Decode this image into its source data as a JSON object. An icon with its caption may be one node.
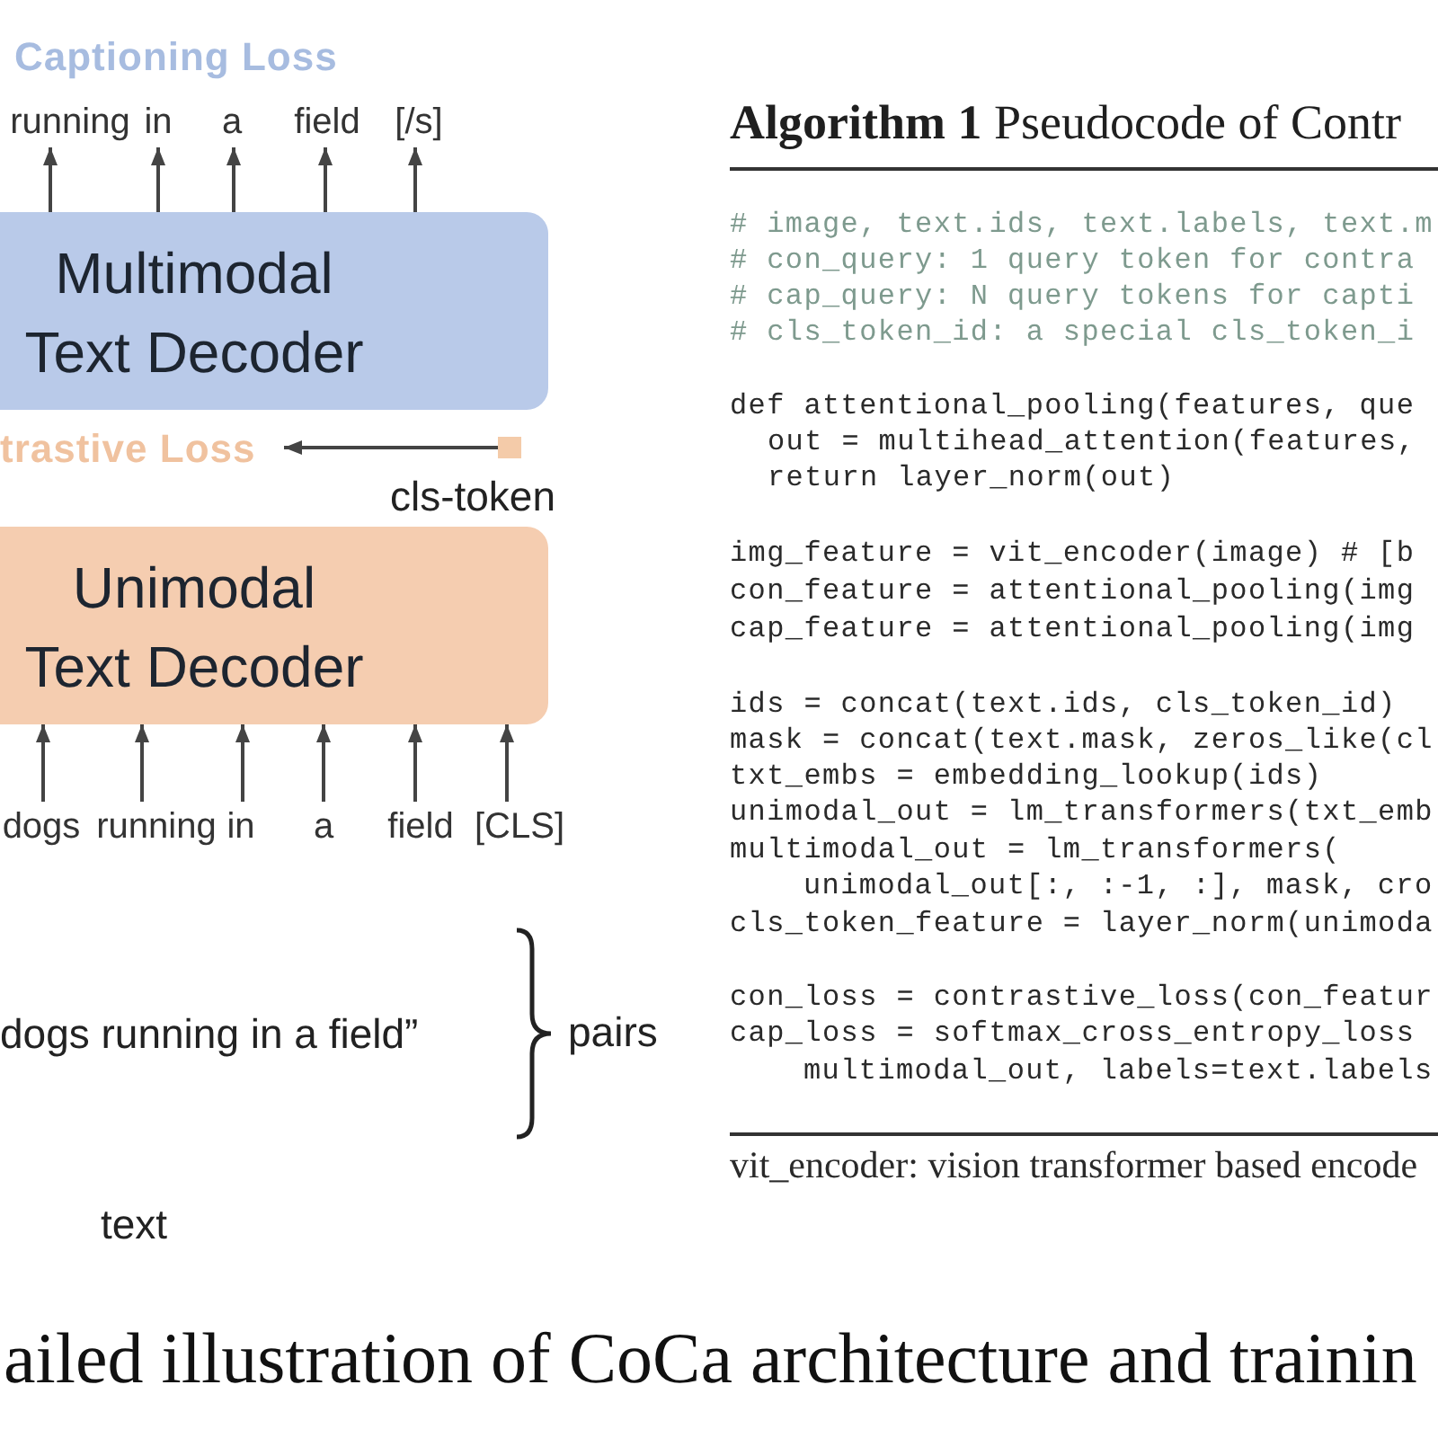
{
  "diagram": {
    "caption": "ailed illustration of CoCa architecture and trainin",
    "nodes": [
      {
        "text": [
          "running"
        ]
      },
      {
        "text": [
          "in"
        ]
      },
      {
        "text": [
          "a"
        ]
      },
      {
        "text": [
          "field"
        ]
      },
      {
        "text": [
          "[/s]"
        ]
      },
      {
        "text": [
          "Multimodal Text Decoder"
        ]
      },
      {
        "text": [
          "trastive Loss"
        ]
      },
      {
        "text": [],
        "shape": "box",
        "beside": [
          "cls-token"
        ]
      },
      {
        "text": [
          "Unimodal Text Decoder"
        ]
      },
      {
        "text": [
          "dogs"
        ]
      },
      {
        "text": [
          "running"
        ]
      },
      {
        "text": [
          "in"
        ]
      },
      {
        "text": [
          "a"
        ]
      },
      {
        "text": [
          "field"
        ]
      },
      {
        "text": [
          "[CLS]"
        ]
      }
    ],
    "edges": [
      {
        "from": 5,
        "to": 0,
        "arrow": "to"
      },
      {
        "from": 5,
        "to": 1,
        "arrow": "to"
      },
      {
        "from": 5,
        "to": 2,
        "arrow": "to"
      },
      {
        "from": 5,
        "to": 3,
        "arrow": "to"
      },
      {
        "from": 5,
        "to": 4,
        "arrow": "to"
      },
      {
        "from": 7,
        "to": 6,
        "arrow": "to"
      },
      {
        "from": 9,
        "to": 8,
        "arrow": "to"
      },
      {
        "from": 10,
        "to": 8,
        "arrow": "to"
      },
      {
        "from": 11,
        "to": 8,
        "arrow": "to"
      },
      {
        "from": 12,
        "to": 8,
        "arrow": "to"
      },
      {
        "from": 13,
        "to": 8,
        "arrow": "to"
      },
      {
        "from": 14,
        "to": 8,
        "arrow": "to"
      }
    ],
    "labels": [
      "Captioning Loss",
      "dogs running in a field”",
      "pairs",
      "text",
      "**Algorithm 1** Pseudocode of Contr",
      "# image, text.ids, text.labels, text.m",
      "# con_query: 1 query token for contra",
      "# cap_query: N query tokens for capti",
      "# cls_token_id: a special cls_token_i",
      "def attentional_pooling(features, que",
      "out = multihead_attention(features,",
      "return layer_norm(out)",
      "img_feature = vit_encoder(image) # [b",
      "con_feature = attentional_pooling(img",
      "cap_feature = attentional_pooling(img",
      "ids = concat(text.ids, cls_token_id)",
      "mask = concat(text.mask, zeros_like(cl",
      "txt_embs = embedding_lookup(ids)",
      "unimodal_out = lm_transformers(txt_emb",
      "multimodal_out = lm_transformers(",
      "unimodal_out[:, :-1, :], mask, cro",
      "cls_token_feature = layer_norm(unimoda",
      "con_loss = contrastive_loss(con_featur",
      "cap_loss = softmax_cross_entropy_loss",
      "multimodal_out, labels=text.labels",
      "vit_encoder: vision transformer based encode"
    ]
  }
}
